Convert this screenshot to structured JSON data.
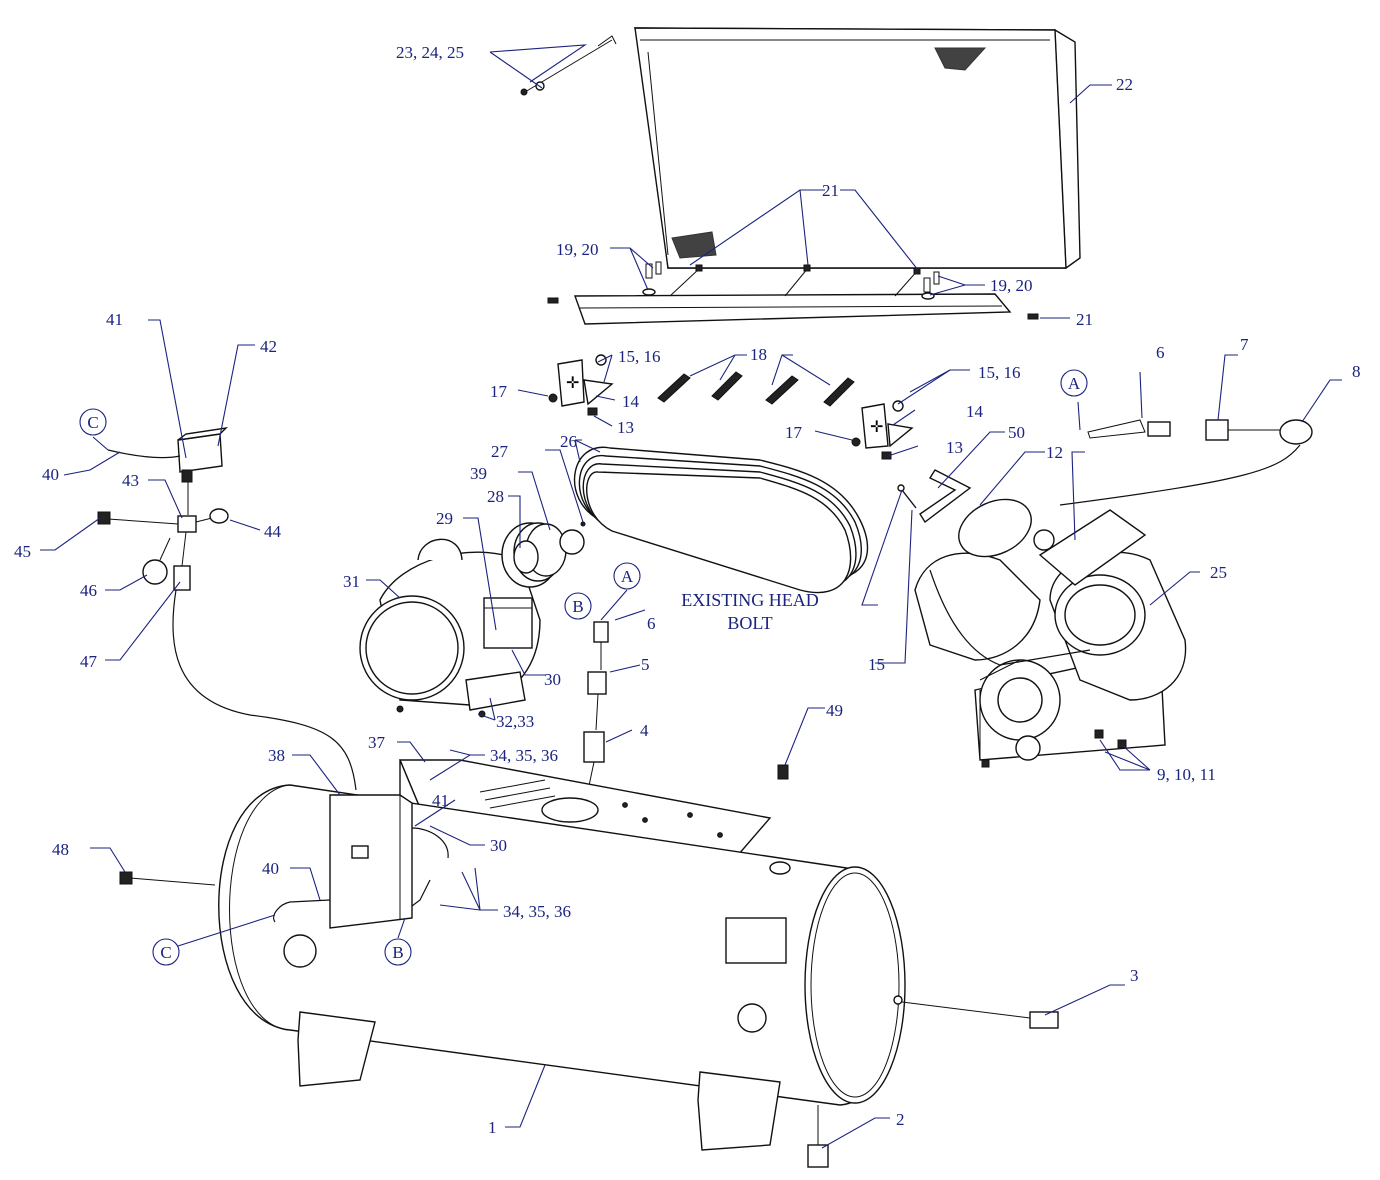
{
  "colors": {
    "callout": "#1a237e",
    "line_art": "#111111",
    "background": "#ffffff"
  },
  "note": {
    "line1": "EXISTING HEAD",
    "line2": "BOLT"
  },
  "callouts": {
    "c1": "1",
    "c2": "2",
    "c3": "3",
    "c4": "4",
    "c5": "5",
    "c6a": "6",
    "c6b": "6",
    "c7": "7",
    "c8": "8",
    "c9_11": "9, 10, 11",
    "c12": "12",
    "c13a": "13",
    "c13b": "13",
    "c14a": "14",
    "c14b": "14",
    "c15a": "15",
    "c15_16a": "15, 16",
    "c15_16b": "15, 16",
    "c17a": "17",
    "c17b": "17",
    "c18": "18",
    "c19_20a": "19, 20",
    "c19_20b": "19, 20",
    "c21a": "21",
    "c21b": "21",
    "c22": "22",
    "c23_25": "23, 24, 25",
    "c25": "25",
    "c26": "26",
    "c27": "27",
    "c28": "28",
    "c29": "29",
    "c30a": "30",
    "c30b": "30",
    "c31": "31",
    "c32_33": "32,33",
    "c34_36a": "34, 35, 36",
    "c34_36b": "34, 35, 36",
    "c37": "37",
    "c38": "38",
    "c39": "39",
    "c40a": "40",
    "c40b": "40",
    "c41a": "41",
    "c41b": "41",
    "c42": "42",
    "c43": "43",
    "c44": "44",
    "c45": "45",
    "c46": "46",
    "c47": "47",
    "c48": "48",
    "c49": "49",
    "c50": "50"
  },
  "connectors": {
    "a1": "A",
    "a2": "A",
    "b1": "B",
    "b2": "B",
    "c1": "C",
    "c2": "C"
  }
}
